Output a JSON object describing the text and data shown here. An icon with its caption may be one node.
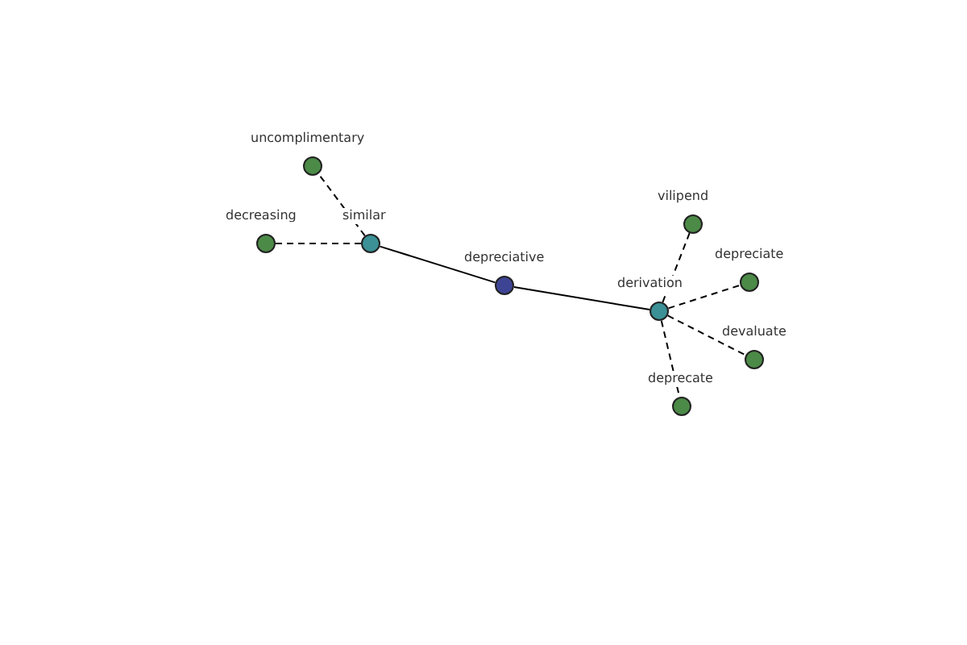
{
  "diagram": {
    "nodes": [
      {
        "text": [
          "depreciative"
        ]
      },
      {
        "text": [
          "similar"
        ]
      },
      {
        "text": [
          "uncomplimentary"
        ]
      },
      {
        "text": [
          "decreasing"
        ]
      },
      {
        "text": [
          "derivation"
        ]
      },
      {
        "text": [
          "vilipend"
        ]
      },
      {
        "text": [
          "depreciate"
        ]
      },
      {
        "text": [
          "devaluate"
        ]
      },
      {
        "text": [
          "deprecate"
        ]
      }
    ],
    "edges": [
      {
        "from": 0,
        "to": 1,
        "arrow": "none"
      },
      {
        "from": 0,
        "to": 4,
        "arrow": "none"
      },
      {
        "from": 1,
        "to": 2,
        "arrow": "none",
        "style": "dashed"
      },
      {
        "from": 1,
        "to": 3,
        "arrow": "none",
        "style": "dashed"
      },
      {
        "from": 4,
        "to": 5,
        "arrow": "none",
        "style": "dashed"
      },
      {
        "from": 4,
        "to": 6,
        "arrow": "none",
        "style": "dashed"
      },
      {
        "from": 4,
        "to": 7,
        "arrow": "none",
        "style": "dashed"
      },
      {
        "from": 4,
        "to": 8,
        "arrow": "none",
        "style": "dashed"
      }
    ]
  }
}
